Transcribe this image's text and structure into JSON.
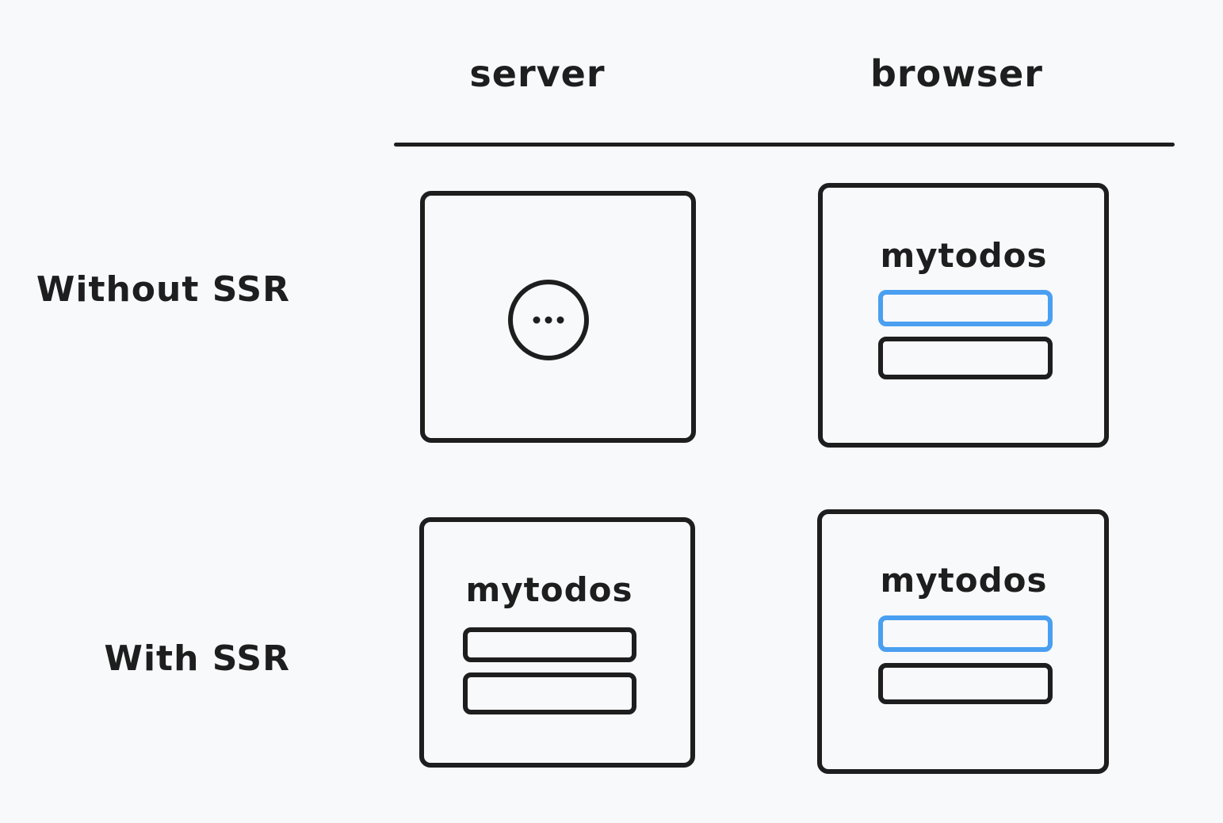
{
  "columns": {
    "server": "server",
    "browser": "browser"
  },
  "rows": {
    "without_ssr": "Without SSR",
    "with_ssr": "With SSR"
  },
  "panels": {
    "without_ssr_server": {
      "state": "loading",
      "icon": "loading-dots-icon"
    },
    "without_ssr_browser": {
      "app_title": "mytodos"
    },
    "with_ssr_server": {
      "app_title": "mytodos"
    },
    "with_ssr_browser": {
      "app_title": "mytodos"
    }
  },
  "colors": {
    "stroke": "#1e1e1e",
    "focus": "#4a9ff0",
    "background": "#f8f9fb"
  }
}
